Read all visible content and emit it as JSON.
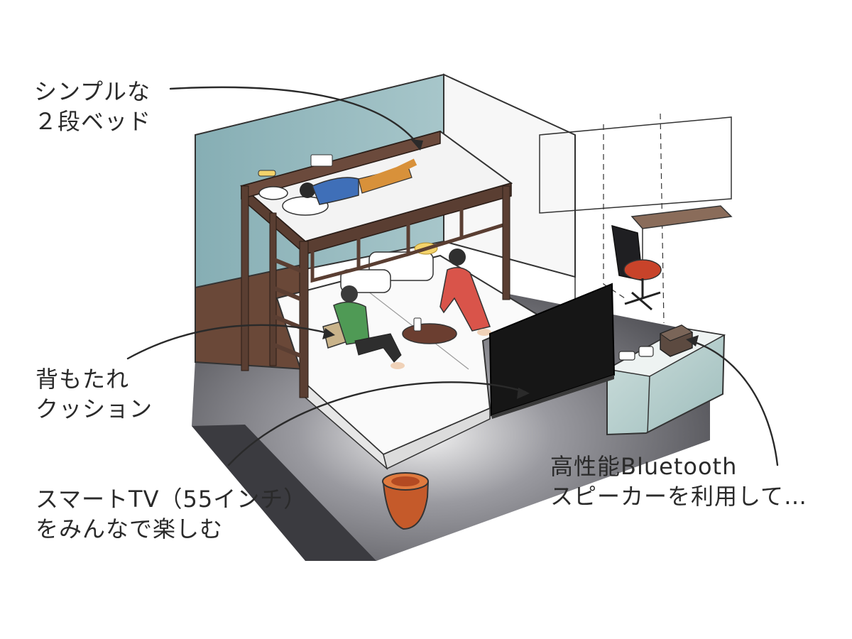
{
  "callouts": {
    "bunk_bed": {
      "line1": "シンプルな",
      "line2": "２段ベッド"
    },
    "cushion": {
      "line1": "背もたれ",
      "line2": "クッション"
    },
    "tv": {
      "line1": "スマートTV（55インチ）",
      "line2": "をみんなで楽しむ"
    },
    "speaker": {
      "line1": "高性能Bluetooth",
      "line2": "スピーカーを利用して…"
    }
  },
  "colors": {
    "wall_teal": "#8fb3b8",
    "wood_frame": "#5a3e32",
    "floor_gray": "#4a4a4e",
    "tv_black": "#161616",
    "person_blue_shirt": "#3f6fb8",
    "person_green_shirt": "#4f9a55",
    "person_red_dress": "#d9544a",
    "stool_orange": "#c55a2a",
    "chair_red": "#c8432a",
    "leader_line": "#2a2a2a"
  }
}
